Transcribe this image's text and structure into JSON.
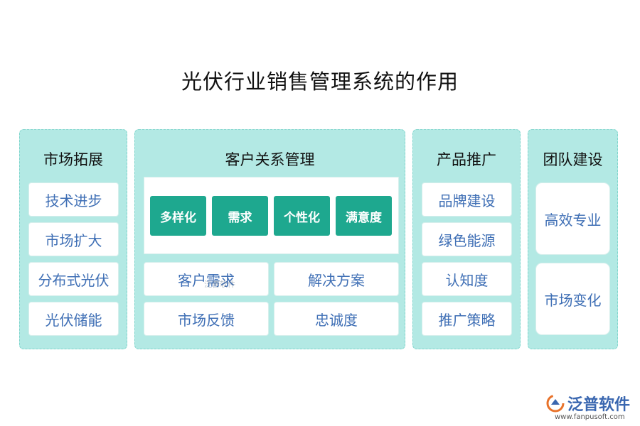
{
  "title": "光伏行业销售管理系统的作用",
  "panels": {
    "market": {
      "title": "市场拓展",
      "items": [
        "技术进步",
        "市场扩大",
        "分布式光伏",
        "光伏储能"
      ]
    },
    "crm": {
      "title": "客户关系管理",
      "chips": [
        "多样化",
        "需求",
        "个性化",
        "满意度"
      ],
      "items": [
        "客户需求",
        "解决方案",
        "市场反馈",
        "忠诚度"
      ]
    },
    "product": {
      "title": "产品推广",
      "items": [
        "品牌建设",
        "绿色能源",
        "认知度",
        "推广策略"
      ]
    },
    "team": {
      "title": "团队建设",
      "items": [
        "高效专业",
        "市场变化"
      ]
    }
  },
  "watermark": "泛普软件",
  "brand": {
    "name": "泛普软件",
    "url": "www.fanpusoft.com"
  },
  "colors": {
    "panel_bg": "#b3e9e4",
    "chip_bg": "#1ea88f",
    "item_text": "#3f6fb5"
  }
}
